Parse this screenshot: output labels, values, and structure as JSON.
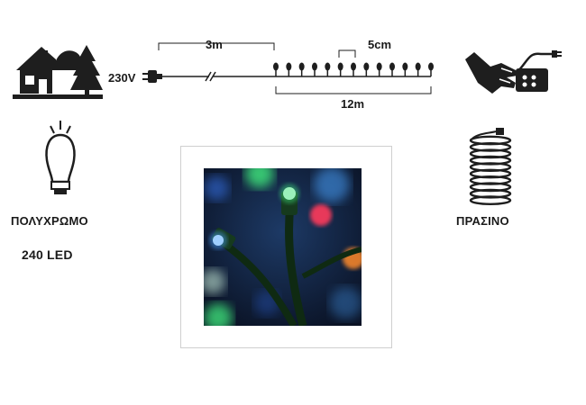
{
  "product": {
    "voltage_label": "230V",
    "lead_length": "3m",
    "led_spacing": "5cm",
    "string_length": "12m",
    "color_mode_label": "ΠΟΛΥΧΡΩΜΟ",
    "led_count_label": "240 LED",
    "cable_color_label": "ΠΡΑΣΙΝΟ"
  },
  "icons": {
    "indoor_outdoor": "house-tree-icon",
    "plug_in": "hand-plug-controller-icon",
    "bulb": "led-bulb-icon",
    "coil": "coiled-cable-icon"
  },
  "colors": {
    "icon_dark": "#1e1e1e",
    "cable_green": "#0f2a12",
    "led_green": "#3ee07a",
    "led_blue": "#4aa3ff",
    "led_red": "#ff3b5b",
    "led_orange": "#ff8a2a"
  }
}
